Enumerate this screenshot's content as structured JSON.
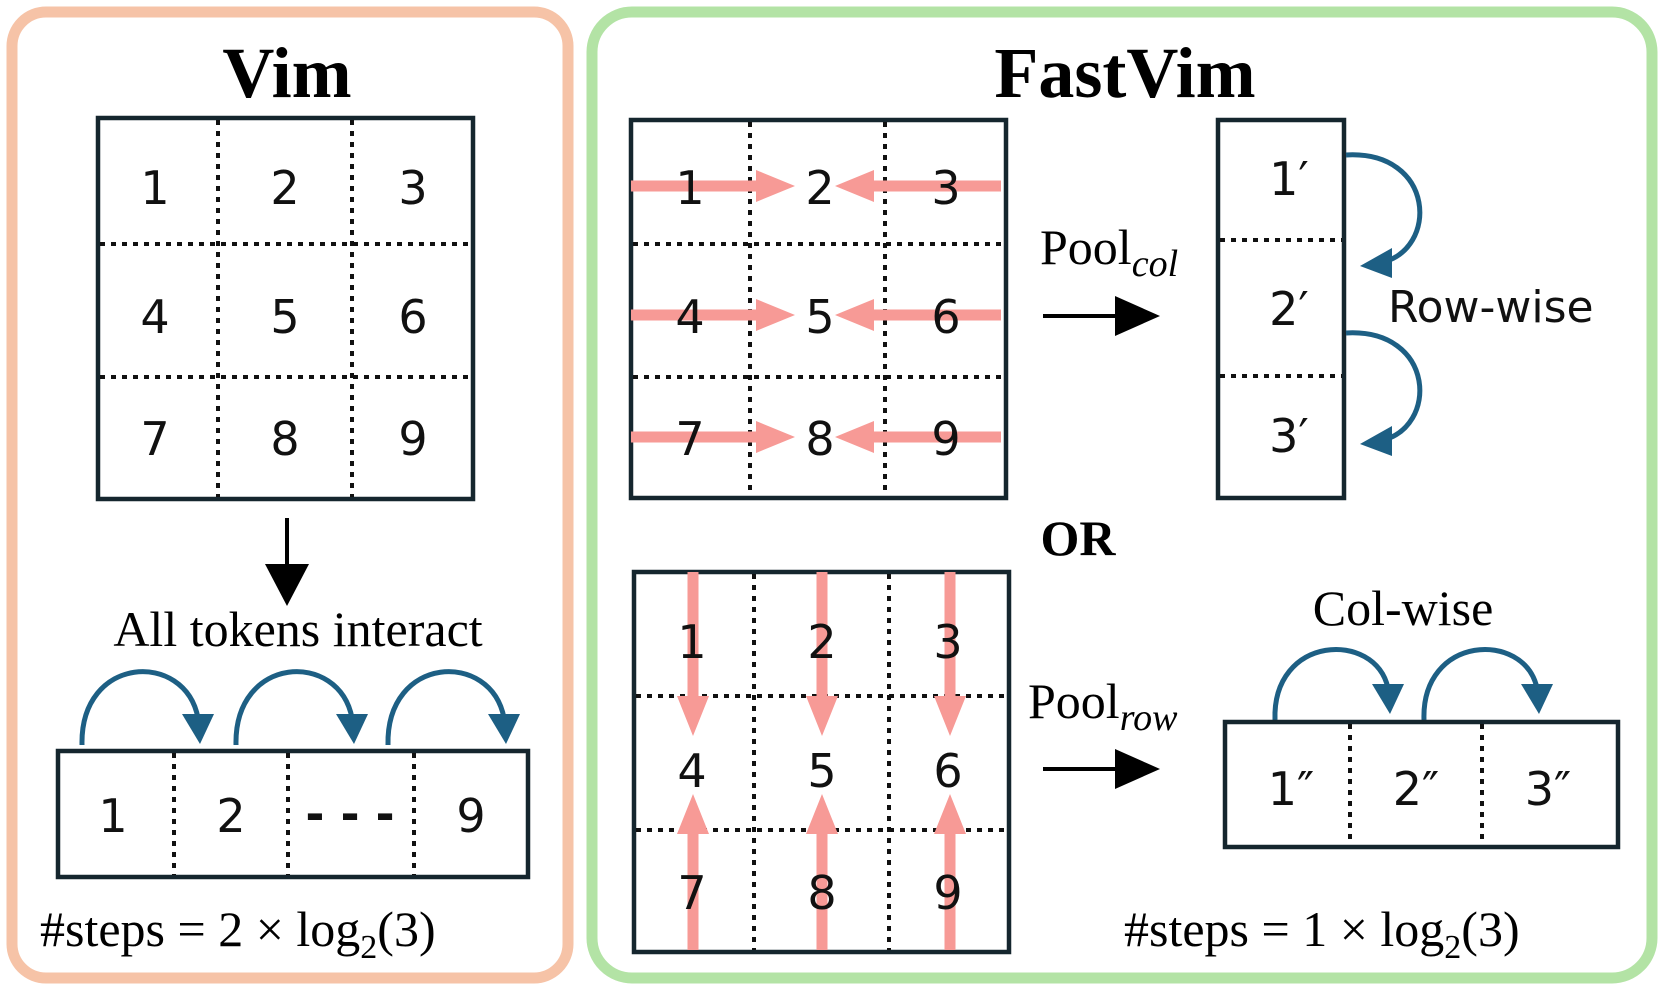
{
  "colors": {
    "vim_panel_border": "#f6c3a7",
    "fastvim_panel_border": "#b3e3a5",
    "grid_border": "#15262e",
    "red_arrow": "#f79a96",
    "blue_arrow": "#1d5f84"
  },
  "vim": {
    "title": "Vim",
    "grid": [
      "1",
      "2",
      "3",
      "4",
      "5",
      "6",
      "7",
      "8",
      "9"
    ],
    "caption": "All tokens interact",
    "sequence": {
      "first": "1",
      "second": "2",
      "gap": "- - -",
      "last": "9"
    },
    "steps": {
      "prefix": "#steps = 2 × log",
      "sub": "2",
      "suffix": "(3)"
    }
  },
  "fastvim": {
    "title": "FastVim",
    "top_grid": [
      "1",
      "2",
      "3",
      "4",
      "5",
      "6",
      "7",
      "8",
      "9"
    ],
    "pool_col": {
      "base": "Pool",
      "sub": "col"
    },
    "row_tokens": [
      "1′",
      "2′",
      "3′"
    ],
    "row_wise_label": "Row-wise",
    "or_label": "OR",
    "bottom_grid": [
      "1",
      "2",
      "3",
      "4",
      "5",
      "6",
      "7",
      "8",
      "9"
    ],
    "pool_row": {
      "base": "Pool",
      "sub": "row"
    },
    "col_wise_label": "Col-wise",
    "col_tokens": [
      "1″",
      "2″",
      "3″"
    ],
    "steps": {
      "prefix": "#steps = 1 × log",
      "sub": "2",
      "suffix": "(3)"
    }
  }
}
